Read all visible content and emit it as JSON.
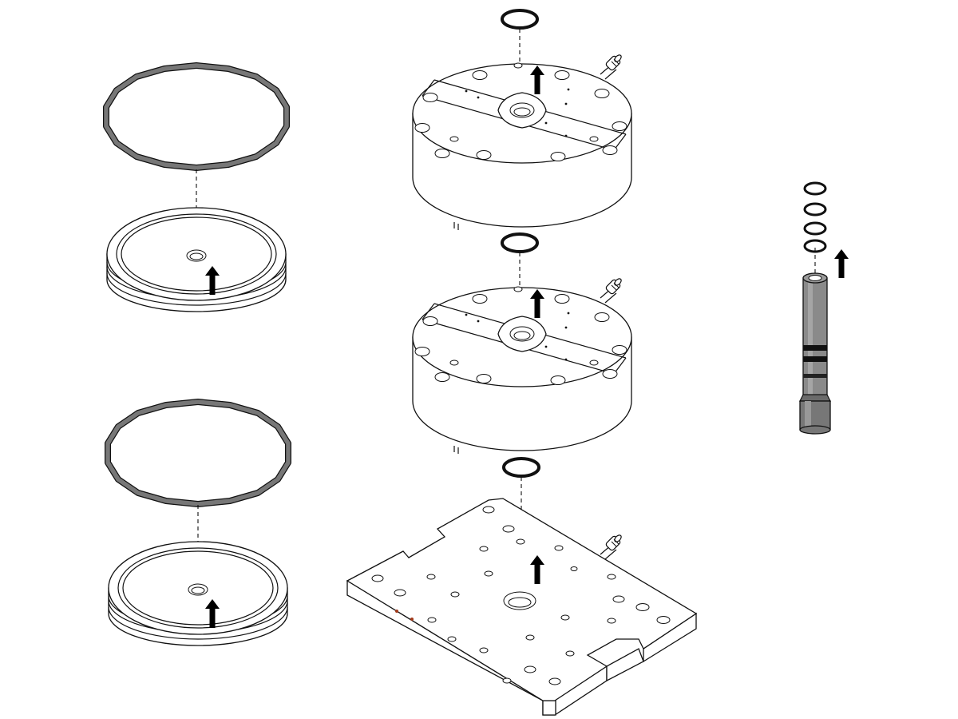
{
  "diagram": {
    "kind": "exploded-assembly-view",
    "colors": {
      "line": "#111111",
      "gasket": "#777777",
      "rod": "#8a8a8a",
      "rod_dark": "#555555",
      "fill": "#ffffff",
      "accent_dot": "#a33a1a"
    },
    "icons": [
      "arrow-up-icon",
      "o-ring-icon",
      "hose-fitting-icon"
    ],
    "parts": [
      "gasket-ring-top",
      "diaphragm-disc-top",
      "gasket-ring-bottom",
      "diaphragm-disc-bottom",
      "manifold-top",
      "manifold-middle",
      "base-plate",
      "probe-rod"
    ],
    "o_ring_stack_count": 4
  }
}
